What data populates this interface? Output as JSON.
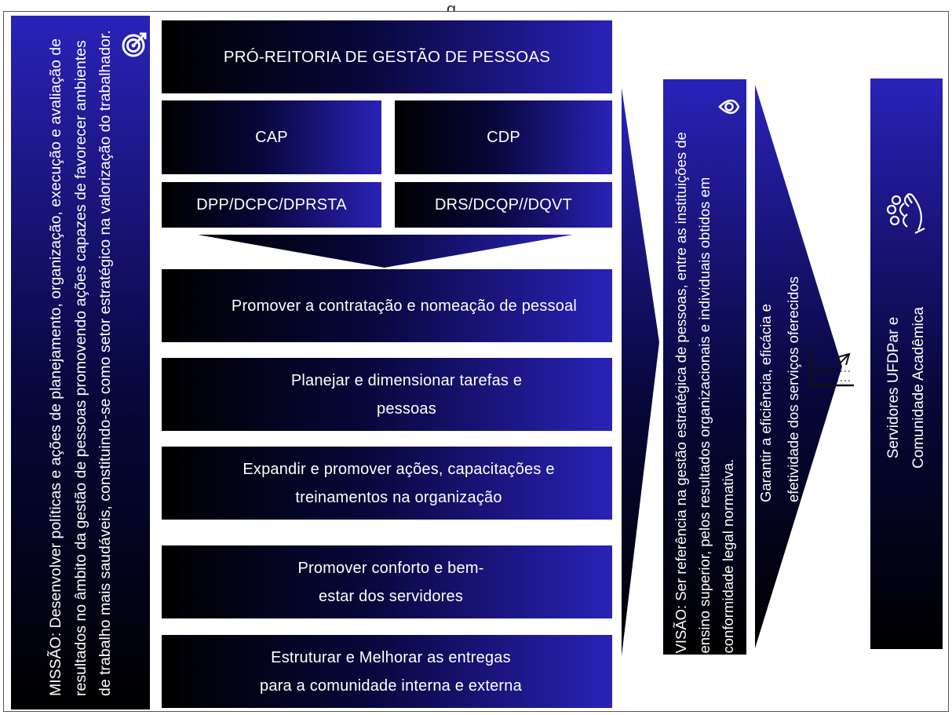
{
  "title_fragment": "g",
  "missao": "MISSÃO: Desenvolver políticas e ações de planejamento, organização, execução e avaliação de resultados no âmbito da gestão de pessoas promovendo ações capazes de favorecer ambientes de trabalho mais saudáveis, constituindo-se como setor estratégico na valorização do trabalhador.",
  "header": "PRÓ-REITORIA DE GESTÃO DE PESSOAS",
  "units": [
    {
      "name": "CAP",
      "departments": "DPP/DCPC/DPRSTA"
    },
    {
      "name": "CDP",
      "departments": "DRS/DCQP//DQVT"
    }
  ],
  "actions": [
    "Promover a contratação e nomeação de pessoal",
    "Planejar e dimensionar tarefas e\npessoas",
    "Expandir e promover ações, capacitações e\ntreinamentos na organização",
    "Promover conforto e bem-\nestar dos servidores",
    "Estruturar e Melhorar as entregas\npara a comunidade interna e externa"
  ],
  "visao": "VISÃO: Ser referência na gestão estratégica de pessoas, entre as instituições de ensino superior, pelos resultados organizacionais e individuais obtidos em conformidade legal normativa.",
  "result": "Garantir a eficiência, eficácia e efetividade dos serviços oferecidos",
  "beneficiaries": "Servidores UFDPar e Comunidade Acadêmica",
  "colors": {
    "dark": "#000000",
    "navy": "#07073a",
    "blue": "#2a22b8"
  }
}
